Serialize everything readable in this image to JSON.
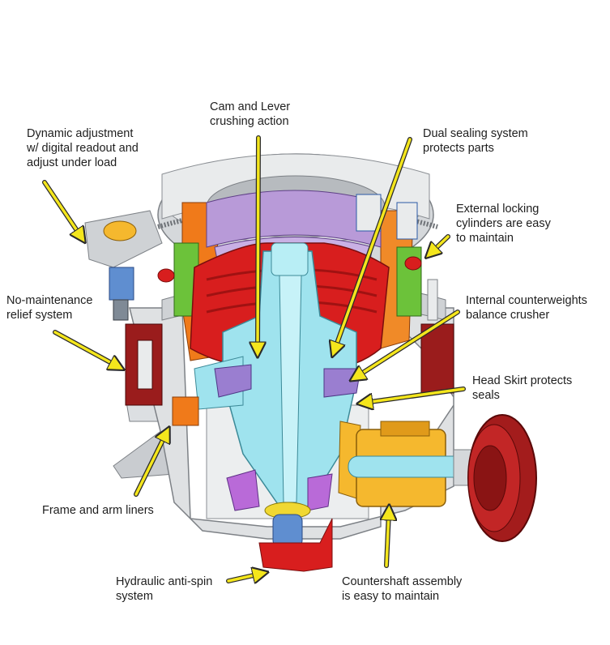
{
  "callouts": {
    "cam_lever": {
      "line1": "Cam and Lever",
      "line2": "crushing action"
    },
    "dynamic_adjust": {
      "line1": "Dynamic adjustment",
      "line2": "w/ digital readout and",
      "line3": "adjust under load"
    },
    "dual_sealing": {
      "line1": "Dual sealing system",
      "line2": "protects parts"
    },
    "external_locking": {
      "line1": "External locking",
      "line2": "cylinders are easy",
      "line3": "to maintain"
    },
    "no_maintenance": {
      "line1": "No-maintenance",
      "line2": "relief system"
    },
    "counterweights": {
      "line1": "Internal counterweights",
      "line2": "balance crusher"
    },
    "head_skirt": {
      "line1": "Head Skirt protects",
      "line2": "seals"
    },
    "frame_liners": {
      "line1": "Frame and arm liners"
    },
    "anti_spin": {
      "line1": "Hydraulic anti-spin",
      "line2": "system"
    },
    "countershaft": {
      "line1": "Countershaft assembly",
      "line2": "is easy to maintain"
    }
  },
  "colors": {
    "arrow_fill": "#f4e61c",
    "arrow_outline": "#2a2a2a",
    "frame_gray": "#d6d8da",
    "frame_dark": "#9ea3a8",
    "mantle_red": "#d81e1e",
    "bowl_purple": "#b89ad8",
    "shaft_cyan": "#9fe3ee",
    "orange": "#f07a1a",
    "green": "#6cc23a",
    "gear_yellow": "#f5b82e",
    "pulley_red": "#a31c1c"
  }
}
